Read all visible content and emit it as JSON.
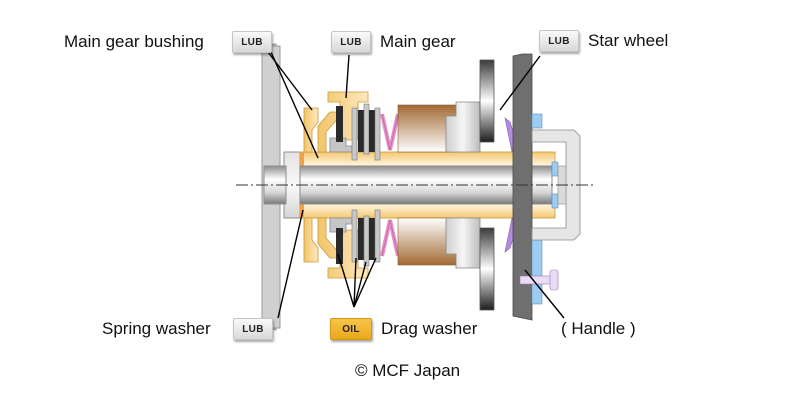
{
  "labels": {
    "main_gear_bushing": "Main gear bushing",
    "main_gear": "Main gear",
    "star_wheel": "Star wheel",
    "spring_washer": "Spring washer",
    "drag_washer": "Drag washer",
    "handle": "( Handle )",
    "copyright": "© MCF Japan"
  },
  "badges": {
    "lub": "LUB",
    "oil": "OIL"
  },
  "colors": {
    "lub_badge": "#e6e6e6",
    "oil_badge": "#f0b429",
    "bushing_yellow": "#f7d58a",
    "drag_washer_dark": "#2b2b2b",
    "spring_pink": "#e58fc8",
    "housing_brown": "#a8733e",
    "washer_purple": "#b48be0",
    "blue_part": "#9ecbf2",
    "plate_gray": "#6f6f6f"
  }
}
